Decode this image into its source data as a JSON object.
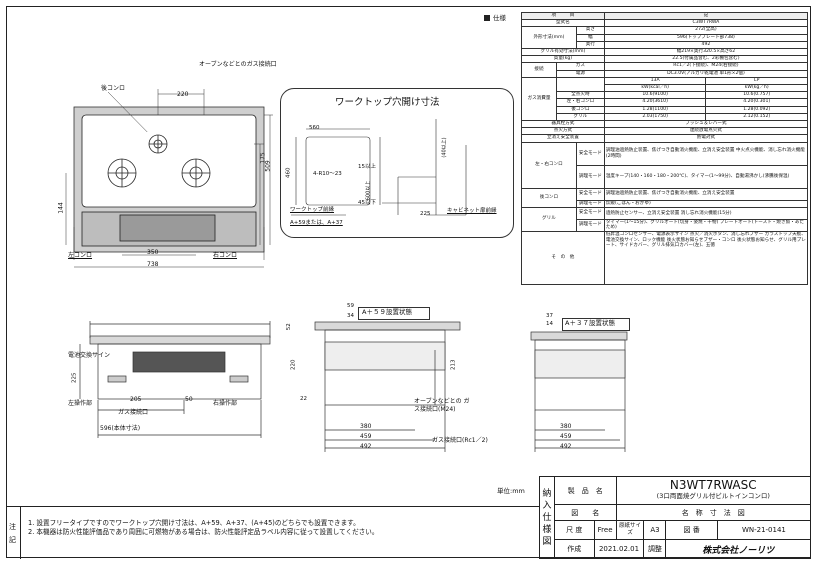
{
  "spec_heading": "仕様",
  "spec": {
    "header": {
      "item": "項　　　目",
      "record": "記"
    },
    "model_label": "型式名",
    "model_value": "C3WT7RWA",
    "dims_group": "外形寸法(mm)",
    "height_label": "高さ",
    "height_value": "272(全高)",
    "width_label": "幅",
    "width_value": "596(トッププレート部738)",
    "depth_label": "奥行",
    "depth_value": "492",
    "grill_dims_label": "グリル有効寸法(mm)",
    "grill_dims_value": "幅219×奥行320.5×高さ62",
    "weight_label": "質量(kg)",
    "weight_value": "22.5(付属品含む、2彩棚包含む)",
    "connect_group": "接続",
    "gas_label": "ガス",
    "gas_value": "Rc1／2(下接続)、M24(右接続)",
    "power_label": "電源",
    "power_value": "DC3.0V(アルカリ乾電池 単1形×2個)",
    "gas_types": [
      "13A",
      "LP"
    ],
    "units": [
      "kW(kcal／h)",
      "kW(kg／h)"
    ],
    "consumption_group": "ガス消費量",
    "rows": [
      {
        "label": "全点火時",
        "a": "10.6(9100)",
        "b": "10.6(0.757)"
      },
      {
        "label": "左・右コンロ",
        "a": "4.20(3610)",
        "b": "4.20(0.301)"
      },
      {
        "label": "後コンロ",
        "a": "1.28(1100)",
        "b": "1.28(0.092)"
      },
      {
        "label": "グリル",
        "a": "2.03(1750)",
        "b": "2.12(0.152)"
      }
    ],
    "surface_label": "器具栓方式",
    "surface_value": "プッシュ＆レバー式",
    "ignition_label": "点火方式",
    "ignition_value": "連続放電点火式",
    "safety_label": "立消え安全装置",
    "safety_value": "熱電対式",
    "lr_burner": "左・右コンロ",
    "back_burner": "後コンロ",
    "grill_label": "グリル",
    "safe_mode": "安全モード",
    "cook_mode": "調理モード",
    "lr_safe": "調理油過熱防止装置、焦げつき自動消火機能、立消え安全装置 中火点火機能、消し忘れ消火機能(2時間)",
    "lr_cook": "温度キープ(140・160・180・200℃)、タイマー(1〜99分)、自動湯沸かし(沸騰後保温)",
    "back_safe": "調理油過熱防止装置、焦げつき自動消火機能、立消え安全装置",
    "back_cook": "炊飯(ごはん・おかゆ)",
    "grill_safe": "過熱防止センサー、立消え安全装置 消し忘れ消火機能(15分)",
    "grill_cook": "タイマー(1〜15分)、グリルオート(切身・姿焼・干物) プレートオート(トースト・焼き魚・あたため)",
    "other_label": "そ　の　他",
    "other_value": "低昇温コンロセンサー、電源表示サイン 点火／消火ボタン、消し忘れブザー ガラストップ天板、電池交換サイン、ロック機能 後火状態お知らせブザー・コンロ 後火状態お知らせ、グリル用プレート、サイドカバー、グリル排気口カバー(左)、五徳"
  },
  "plan": {
    "back_burner": "後コンロ",
    "gas_outlet": "オーブンなどとのガス接続口",
    "left_burner": "左コンロ",
    "right_burner": "右コンロ",
    "dim_220": "220",
    "dim_175": "175",
    "dim_509": "509",
    "dim_144": "144",
    "dim_350": "350",
    "dim_738": "738"
  },
  "cutout": {
    "title": "ワークトップ穴開け寸法",
    "dim_560": "560",
    "dim_460": "460",
    "dim_r": "4-R10〜23",
    "dim_15": "15以上",
    "dim_600": "600以上",
    "dim_45": "45以下",
    "dim_225": "225",
    "dim_min": "(40以上)",
    "wt_front": "ワークトップ前縁",
    "cab_front": "キャビネット扉前縁",
    "note": "A+59または、A+37"
  },
  "front": {
    "battery": "電池交換サイン",
    "left_ops": "左操作部",
    "right_ops": "右操作部",
    "gas_outlet": "ガス接続口",
    "dim_205": "205",
    "dim_50": "50",
    "dim_596": "596(本体寸法)",
    "dim_225": "225"
  },
  "sideA": {
    "label": "A＋５９設置状態",
    "dim_59": "59",
    "dim_34": "34",
    "dim_52": "52",
    "dim_220": "220",
    "dim_22": "22",
    "dim_213": "213",
    "dim_380": "380",
    "dim_459": "459",
    "dim_492": "492",
    "gas_oven": "オーブンなどとの ガス接続口(M24)",
    "gas_rc": "ガス接続口(Rc1／2)"
  },
  "sideB": {
    "label": "A＋３７設置状態",
    "dim_37": "37",
    "dim_14": "14",
    "dim_380": "380",
    "dim_459": "459",
    "dim_492": "492"
  },
  "unit": "単位:mm",
  "title_block": {
    "nou": "納入仕様図",
    "product_label": "製　品　名",
    "product_code": "N3WT7RWASC",
    "product_name": "(3口両面焼グリル付ビルトインコンロ)",
    "drawing_label": "図　　名",
    "drawing_name": "名　称　寸　法　図",
    "scale_label": "尺 度",
    "scale_value": "Free",
    "size_label": "原紙サイズ",
    "size_value": "A3",
    "no_label": "図 番",
    "no_value": "WN-21-0141",
    "date_label": "作成",
    "date_value": "2021.02.01",
    "adj_label": "調整",
    "company": "株式会社ノーリツ"
  },
  "notes_label": "注記",
  "notes": [
    "1. 設置フリータイプですのでワークトップ穴開け寸法は、A+59、A+37、(A+45)のどちらでも設置できます。",
    "2. 本機器は防火性能評価品であり周囲に可燃物がある場合は、防火性能評定品ラベル内容に従って設置してください。"
  ]
}
